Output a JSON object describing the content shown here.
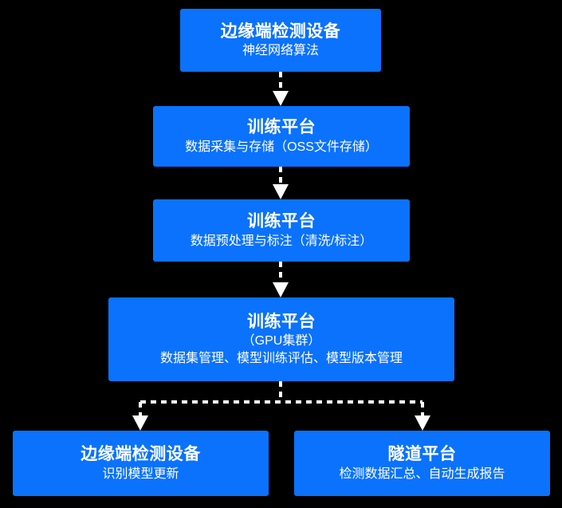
{
  "diagram": {
    "type": "flowchart",
    "orientation": "top-to-bottom",
    "background_color": "#000000",
    "node_color": "#0a72fc",
    "text_color": "#ffffff",
    "connector_color": "#ffffff",
    "connector_style": "dashed-with-arrowhead",
    "nodes": [
      {
        "id": "edge-device",
        "title": "边缘端检测设备",
        "subtitle": "神经网络算法",
        "subtitle2": ""
      },
      {
        "id": "train-storage",
        "title": "训练平台",
        "subtitle": "数据采集与存储（OSS文件存储）",
        "subtitle2": ""
      },
      {
        "id": "train-label",
        "title": "训练平台",
        "subtitle": "数据预处理与标注（清洗/标注）",
        "subtitle2": ""
      },
      {
        "id": "train-gpu",
        "title": "训练平台",
        "subtitle": "（GPU集群）",
        "subtitle2": "数据集管理、模型训练评估、模型版本管理"
      },
      {
        "id": "edge-update",
        "title": "边缘端检测设备",
        "subtitle": "识别模型更新",
        "subtitle2": ""
      },
      {
        "id": "tunnel",
        "title": "隧道平台",
        "subtitle": "检测数据汇总、自动生成报告",
        "subtitle2": ""
      }
    ],
    "edges": [
      {
        "id": "edge1",
        "from": "edge-device",
        "to": "train-storage"
      },
      {
        "id": "edge2",
        "from": "train-storage",
        "to": "train-label"
      },
      {
        "id": "edge3",
        "from": "train-label",
        "to": "train-gpu"
      },
      {
        "id": "edge4",
        "from": "train-gpu",
        "to": "edge-update"
      },
      {
        "id": "edge5",
        "from": "train-gpu",
        "to": "tunnel"
      }
    ]
  }
}
